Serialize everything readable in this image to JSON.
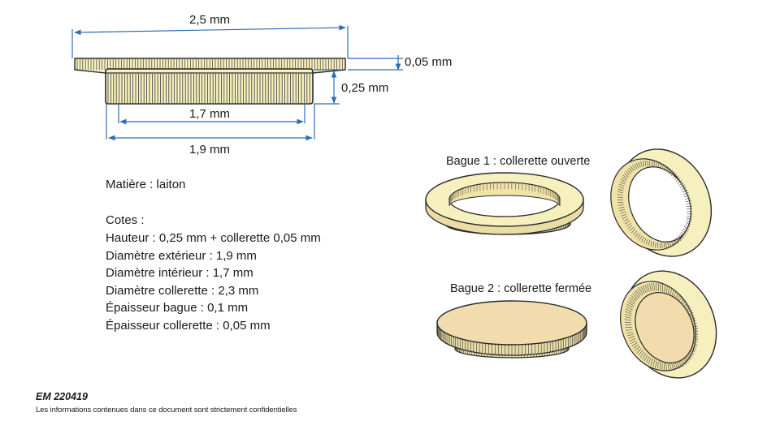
{
  "dimensions": {
    "collar_width": "2,5 mm",
    "collar_thickness": "0,05 mm",
    "ring_height": "0,25 mm",
    "inner_diameter": "1,7 mm",
    "outer_diameter": "1,9 mm"
  },
  "specs": {
    "material": "Matière : laiton",
    "heading": "Cotes :",
    "lines": [
      "Hauteur : 0,25 mm + collerette 0,05 mm",
      "Diamètre extérieur : 1,9 mm",
      "Diamètre intérieur : 1,7 mm",
      "Diamètre collerette : 2,3 mm",
      "Épaisseur bague : 0,1 mm",
      "Épaisseur collerette : 0,05 mm"
    ]
  },
  "captions": {
    "ring1": "Bague 1 : collerette ouverte",
    "ring2": "Bague 2 : collerette fermée"
  },
  "footer": {
    "reference": "EM 220419",
    "notice": "Les informations contenues dans ce document sont strictement confidentielles"
  },
  "colors": {
    "dimension_line": "#2e6db4",
    "brass_fill": "#f6efbe",
    "brass_dark": "#e6d9a0",
    "face_fill": "#f2dcae",
    "outline": "#2a2a2a"
  }
}
